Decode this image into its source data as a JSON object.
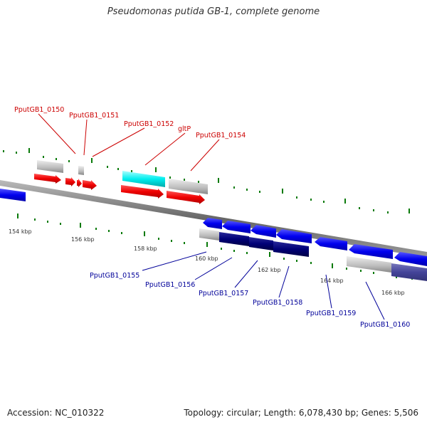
{
  "title": "Pseudomonas putida GB-1, complete genome",
  "footer": {
    "accession": "Accession: NC_010322",
    "summary": "Topology: circular; Length: 6,078,430 bp; Genes: 5,506"
  },
  "ruler_labels": [
    "154 kbp",
    "156 kbp",
    "158 kbp",
    "160 kbp",
    "162 kbp",
    "164 kbp",
    "166 kbp"
  ],
  "forward_genes": [
    {
      "label": "PputGB1_0150"
    },
    {
      "label": "PputGB1_0151"
    },
    {
      "label": "PputGB1_0152"
    },
    {
      "label": "gltP"
    },
    {
      "label": "PputGB1_0154"
    }
  ],
  "reverse_genes": [
    {
      "label": "PputGB1_0155"
    },
    {
      "label": "PputGB1_0156"
    },
    {
      "label": "PputGB1_0157"
    },
    {
      "label": "PputGB1_0158"
    },
    {
      "label": "PputGB1_0159"
    },
    {
      "label": "PputGB1_0160"
    }
  ],
  "colors": {
    "forward": "#ff0000",
    "reverse": "#0000ee",
    "highlight_forward": "#00ffff",
    "highlight_reverse": "#00007a",
    "tick": "#0a7a0a",
    "backbone": "#888888"
  }
}
